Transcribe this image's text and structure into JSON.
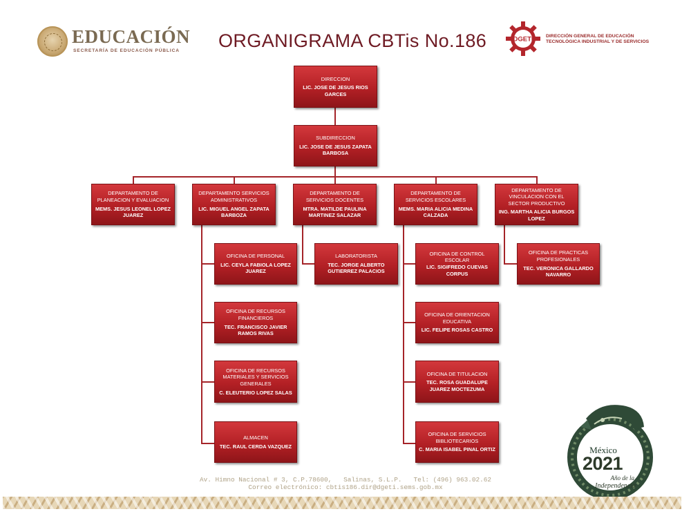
{
  "header": {
    "logo_title": "EDUCACIÓN",
    "logo_subtitle": "SECRETARÍA DE EDUCACIÓN PÚBLICA",
    "title": "ORGANIGRAMA CBTis No.186",
    "dgeti_logo": "DGETI",
    "dgeti_line1": "DIRECCIÓN GENERAL DE EDUCACIÓN",
    "dgeti_line2": "TECNOLÓGICA INDUSTRIAL Y DE SERVICIOS"
  },
  "org": {
    "direccion": {
      "title": "DIRECCION",
      "name": "LIC. JOSE DE JESUS RIOS GARCES"
    },
    "subdireccion": {
      "title": "SUBDIRECCION",
      "name": "LIC. JOSE DE JESUS ZAPATA BARBOSA"
    },
    "departments": [
      {
        "title": "DEPARTAMENTO DE PLANEACION Y EVALUACION",
        "name": "MEMS. JESUS LEONEL LOPEZ JUAREZ"
      },
      {
        "title": "DEPARTAMENTO SERVICIOS ADMINISTRATIVOS",
        "name": "LIC. MIGUEL ANGEL ZAPATA BARBOZA"
      },
      {
        "title": "DEPARTAMENTO DE SERVICIOS DOCENTES",
        "name": "MTRA. MATILDE PAULINA MARTINEZ SALAZAR"
      },
      {
        "title": "DEPARTAMENTO DE SERVICIOS ESCOLARES",
        "name": "MEMS. MARIA ALICIA MEDINA CALZADA"
      },
      {
        "title": "DEPARTAMENTO DE VINCULACION CON EL SECTOR PRODUCTIVO",
        "name": "ING. MARTHA ALICIA BURGOS LOPEZ"
      }
    ],
    "admin_offices": [
      {
        "title": "OFICINA DE PERSONAL",
        "name": "LIC. CEYLA FABIOLA LOPEZ JUAREZ"
      },
      {
        "title": "OFICINA DE RECURSOS FINANCIEROS",
        "name": "TEC. FRANCISCO JAVIER RAMOS RIVAS"
      },
      {
        "title": "OFICINA DE RECURSOS MATERIALES Y SERVICIOS GENERALES",
        "name": "C. ELEUTERIO LOPEZ SALAS"
      },
      {
        "title": "ALMACEN",
        "name": "TEC. RAUL CERDA VAZQUEZ"
      }
    ],
    "docentes_offices": [
      {
        "title": "LABORATORISTA",
        "name": "TEC. JORGE ALBERTO GUTIERREZ PALACIOS"
      }
    ],
    "escolares_offices": [
      {
        "title": "OFICINA DE CONTROL ESCOLAR",
        "name": "LIC. SIGIFREDO CUEVAS CORPUS"
      },
      {
        "title": "OFICINA DE ORIENTACION EDUCATIVA",
        "name": "LIC. FELIPE ROSAS CASTRO"
      },
      {
        "title": "OFICINA DE TITULACION",
        "name": "TEC. ROSA GUADALUPE JUAREZ MOCTEZUMA"
      },
      {
        "title": "OFICINA DE SERVICIOS BIBLIOTECARIOS",
        "name": "C. MARIA ISABEL PINAL ORTIZ"
      }
    ],
    "vinculacion_offices": [
      {
        "title": "OFICINA DE PRACTICAS PROFESIONALES",
        "name": "TEC. VERONICA GALLARDO NAVARRO"
      }
    ]
  },
  "footer": {
    "address": "Av. Himno Nacional # 3, C.P.78600,   Salinas, S.L.P.   Tel: (496) 963.02.62",
    "email": "Correo electrónico: cbtis186.dir@dgeti.sems.gob.mx"
  },
  "emblem": {
    "line1": "México",
    "line2": "2021",
    "line3": "Año de la",
    "line4": "Independencia"
  },
  "colors": {
    "box_red": "#b32025",
    "line_red": "#a42328",
    "title": "#6e1a23"
  }
}
